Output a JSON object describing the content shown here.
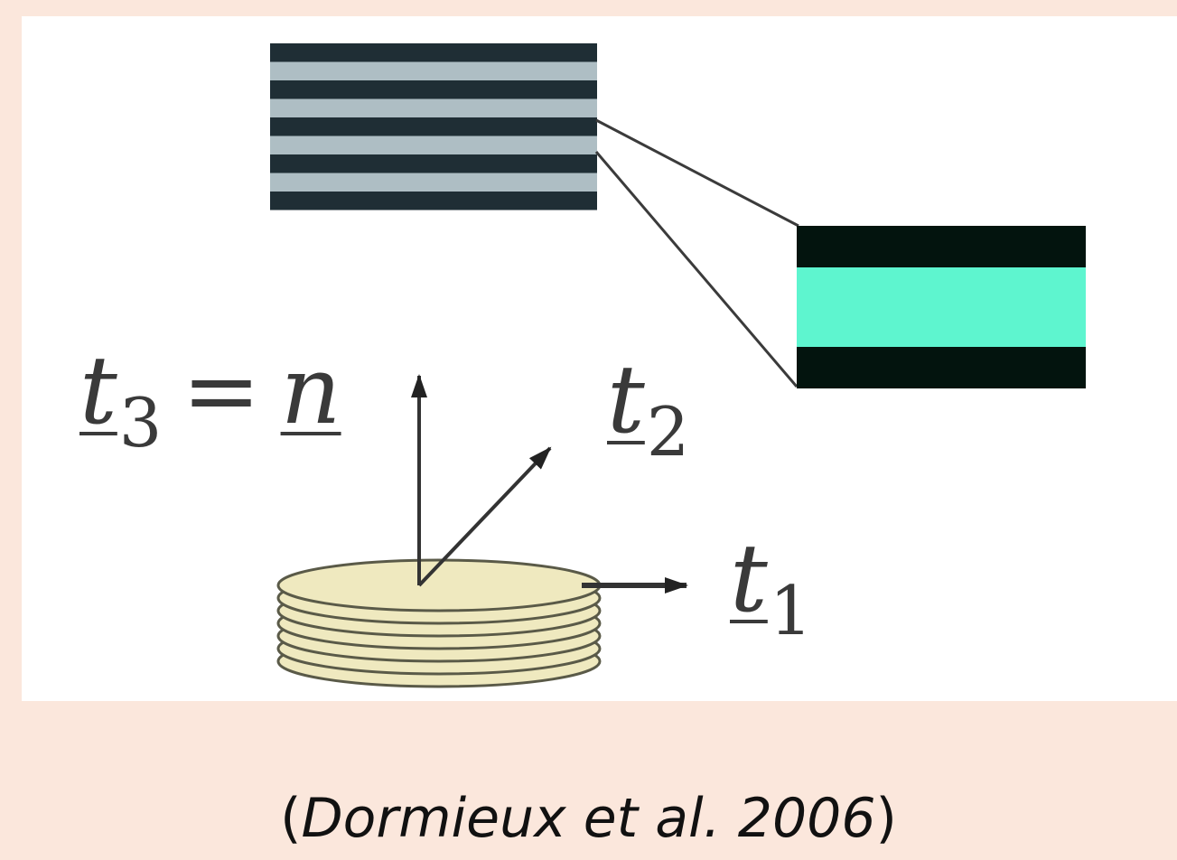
{
  "colors": {
    "background": "#fbe7dc",
    "panel": "#ffffff",
    "stack_dark": "#1f2e35",
    "stack_light": "#aebec4",
    "zoom_dark": "#03140e",
    "zoom_light": "#5ef5cf",
    "disk_fill": "#efe9bf",
    "disk_stroke": "#5a5a48",
    "axis": "#333333"
  },
  "labels": {
    "t3": {
      "base": "t",
      "sub": "3"
    },
    "equals": "=",
    "n": "n",
    "t2": {
      "base": "t",
      "sub": "2"
    },
    "t1": {
      "base": "t",
      "sub": "1"
    }
  },
  "caption": {
    "open": "(",
    "citation": "Dormieux et al. 2006",
    "close": ")"
  }
}
